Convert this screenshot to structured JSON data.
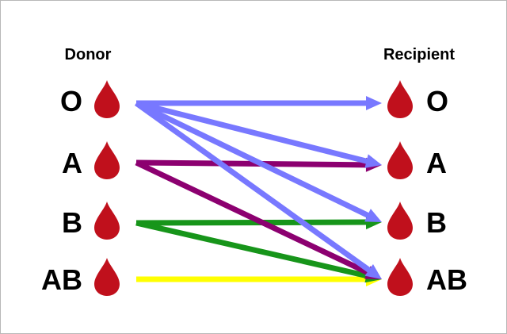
{
  "headers": {
    "donor": "Donor",
    "recipient": "Recipient"
  },
  "blood_types": [
    "O",
    "A",
    "B",
    "AB"
  ],
  "colors": {
    "drop": "#c0101c",
    "O": "#7878ff",
    "A": "#8c0070",
    "B": "#17951a",
    "AB": "#ffff00"
  },
  "compatibility": [
    {
      "from": "O",
      "to": "O"
    },
    {
      "from": "O",
      "to": "A"
    },
    {
      "from": "O",
      "to": "B"
    },
    {
      "from": "O",
      "to": "AB"
    },
    {
      "from": "A",
      "to": "A"
    },
    {
      "from": "A",
      "to": "AB"
    },
    {
      "from": "B",
      "to": "B"
    },
    {
      "from": "B",
      "to": "AB"
    },
    {
      "from": "AB",
      "to": "AB"
    }
  ]
}
